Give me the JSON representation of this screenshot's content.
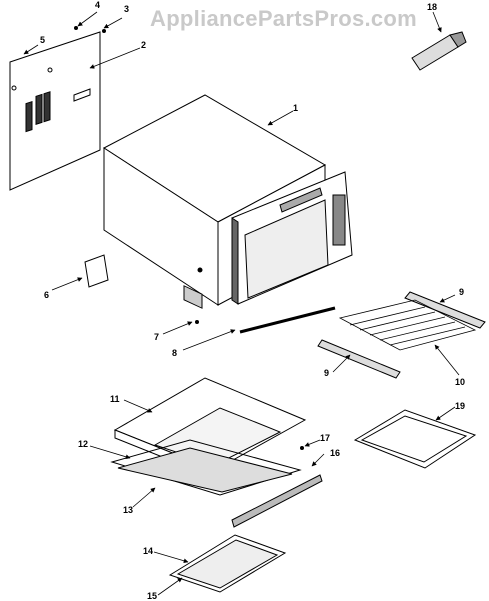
{
  "watermark": "AppliancePartsPros.com",
  "callouts": {
    "c1": "1",
    "c2": "2",
    "c3": "3",
    "c4": "4",
    "c5": "5",
    "c6": "6",
    "c7": "7",
    "c8": "8",
    "c9a": "9",
    "c9b": "9",
    "c10": "10",
    "c11": "11",
    "c12": "12",
    "c13": "13",
    "c14": "14",
    "c15": "15",
    "c16": "16",
    "c17": "17",
    "c18": "18",
    "c19": "19"
  }
}
